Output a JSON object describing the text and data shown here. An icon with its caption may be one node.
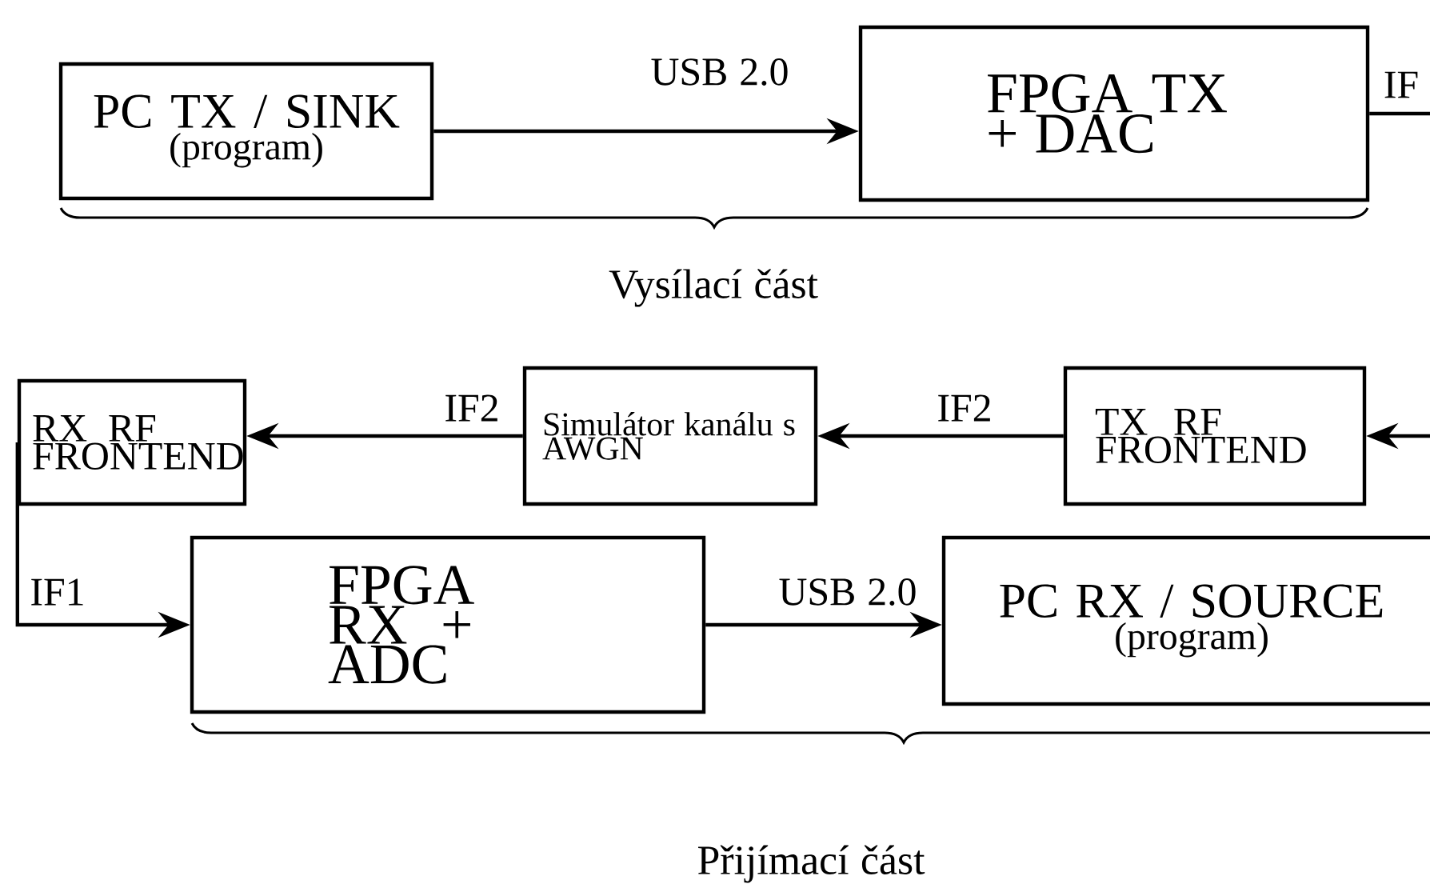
{
  "diagram": {
    "nodes": [
      {
        "text": [
          "PC TX / SINK",
          "(program)"
        ]
      },
      {
        "text": [
          "FPGA TX + DAC"
        ]
      },
      {
        "text": [
          "RX RF FRONTEND"
        ]
      },
      {
        "text": [
          "Simulátor kanálu s AWGN"
        ]
      },
      {
        "text": [
          "TX RF FRONTEND"
        ]
      },
      {
        "text": [
          "FPGA RX + ADC"
        ]
      },
      {
        "text": [
          "PC RX / SOURCE",
          "(program)"
        ]
      }
    ],
    "edges": [
      {
        "from": 0,
        "to": 1,
        "arrow": "to",
        "label": "USB 2.0"
      },
      {
        "from": 1,
        "to": null,
        "arrow": "none",
        "label": "IF"
      },
      {
        "from": null,
        "to": 4,
        "arrow": "to"
      },
      {
        "from": 4,
        "to": 3,
        "arrow": "to",
        "label": "IF2"
      },
      {
        "from": 3,
        "to": 2,
        "arrow": "to",
        "label": "IF2"
      },
      {
        "from": 2,
        "to": 5,
        "arrow": "to",
        "label": "IF1"
      },
      {
        "from": 5,
        "to": 6,
        "arrow": "to",
        "label": "USB 2.0"
      }
    ],
    "labels": [
      "Vysílací část",
      "Přijímací část"
    ]
  }
}
